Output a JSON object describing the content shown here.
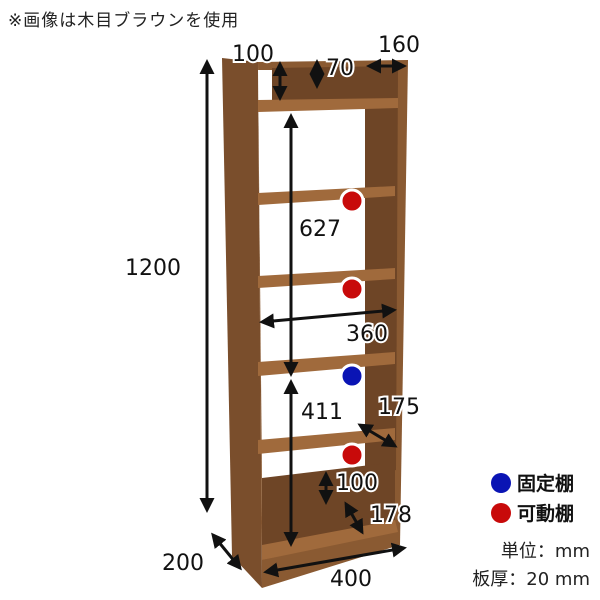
{
  "note": "※画像は木目ブラウンを使用",
  "dimensions": {
    "top_gap": "100",
    "top_inner": "70",
    "top_depth": "160",
    "height": "1200",
    "upper_space": "627",
    "inner_width": "360",
    "lower_space": "411",
    "shelf_depth": "175",
    "bottom_gap": "100",
    "bottom_depth": "178",
    "depth": "200",
    "width": "400"
  },
  "legend": [
    {
      "label": "固定棚",
      "color": "#0a14b4",
      "icon": "blue-dot"
    },
    {
      "label": "可動棚",
      "color": "#c80a0a",
      "icon": "red-dot"
    }
  ],
  "unit_text": "単位：mm",
  "thickness_text": "板厚：20 mm",
  "colors": {
    "wood": "#8a5a32",
    "wood_dark": "#6e4526",
    "wood_light": "#a06a3c"
  }
}
